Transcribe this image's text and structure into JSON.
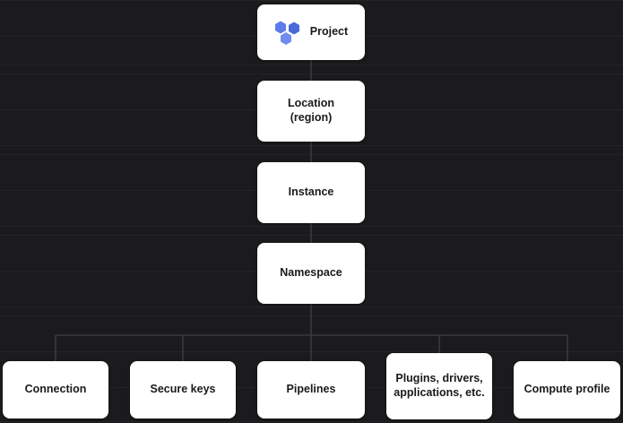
{
  "diagram": {
    "type": "hierarchy-tree",
    "background_color": "#1b1b1d",
    "node_color": "#ffffff",
    "node_text_color": "#1a1a1a",
    "connector_color": "#3a3a3c",
    "nodes": [
      {
        "id": "project",
        "label": "Project",
        "icon": "hexagon-cluster-icon"
      },
      {
        "id": "location",
        "label": "Location\n(region)",
        "icon": ""
      },
      {
        "id": "instance",
        "label": "Instance",
        "icon": ""
      },
      {
        "id": "namespace",
        "label": "Namespace",
        "icon": ""
      },
      {
        "id": "connection",
        "label": "Connection",
        "icon": ""
      },
      {
        "id": "secure-keys",
        "label": "Secure keys",
        "icon": ""
      },
      {
        "id": "pipelines",
        "label": "Pipelines",
        "icon": ""
      },
      {
        "id": "plugins",
        "label": "Plugins, drivers,\napplications, etc.",
        "icon": ""
      },
      {
        "id": "compute",
        "label": "Compute profile",
        "icon": ""
      }
    ],
    "edges": [
      {
        "from": "project",
        "to": "location"
      },
      {
        "from": "location",
        "to": "instance"
      },
      {
        "from": "instance",
        "to": "namespace"
      },
      {
        "from": "namespace",
        "to": "connection"
      },
      {
        "from": "namespace",
        "to": "secure-keys"
      },
      {
        "from": "namespace",
        "to": "pipelines"
      },
      {
        "from": "namespace",
        "to": "plugins"
      },
      {
        "from": "namespace",
        "to": "compute"
      }
    ]
  }
}
